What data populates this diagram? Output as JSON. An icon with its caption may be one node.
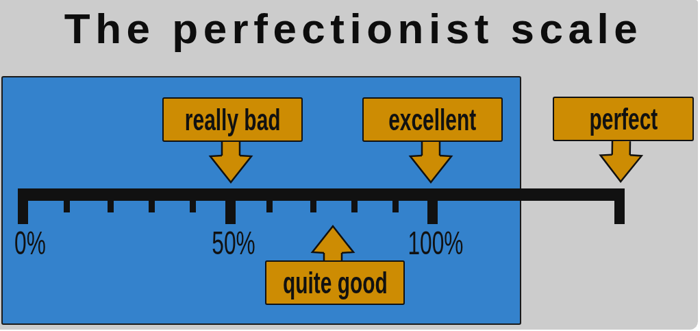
{
  "diagram": {
    "title": "The perfectionist scale",
    "nodes": [
      {
        "text": [],
        "shape": "box"
      },
      {
        "text": [
          "really bad"
        ],
        "in": 0
      },
      {
        "text": [
          "excellent"
        ],
        "in": 0
      },
      {
        "text": [
          "perfect"
        ]
      },
      {
        "text": [],
        "shape": "bar",
        "beside": [
          "0%",
          "50%",
          "100%"
        ]
      },
      {
        "text": [
          "quite good"
        ],
        "in": 0
      }
    ],
    "edges": [
      {
        "from": 1,
        "to": 4,
        "arrow": "to"
      },
      {
        "from": 2,
        "to": 4,
        "arrow": "to"
      },
      {
        "from": 3,
        "to": 4,
        "arrow": "to"
      },
      {
        "from": 5,
        "to": 4,
        "arrow": "to"
      }
    ]
  }
}
